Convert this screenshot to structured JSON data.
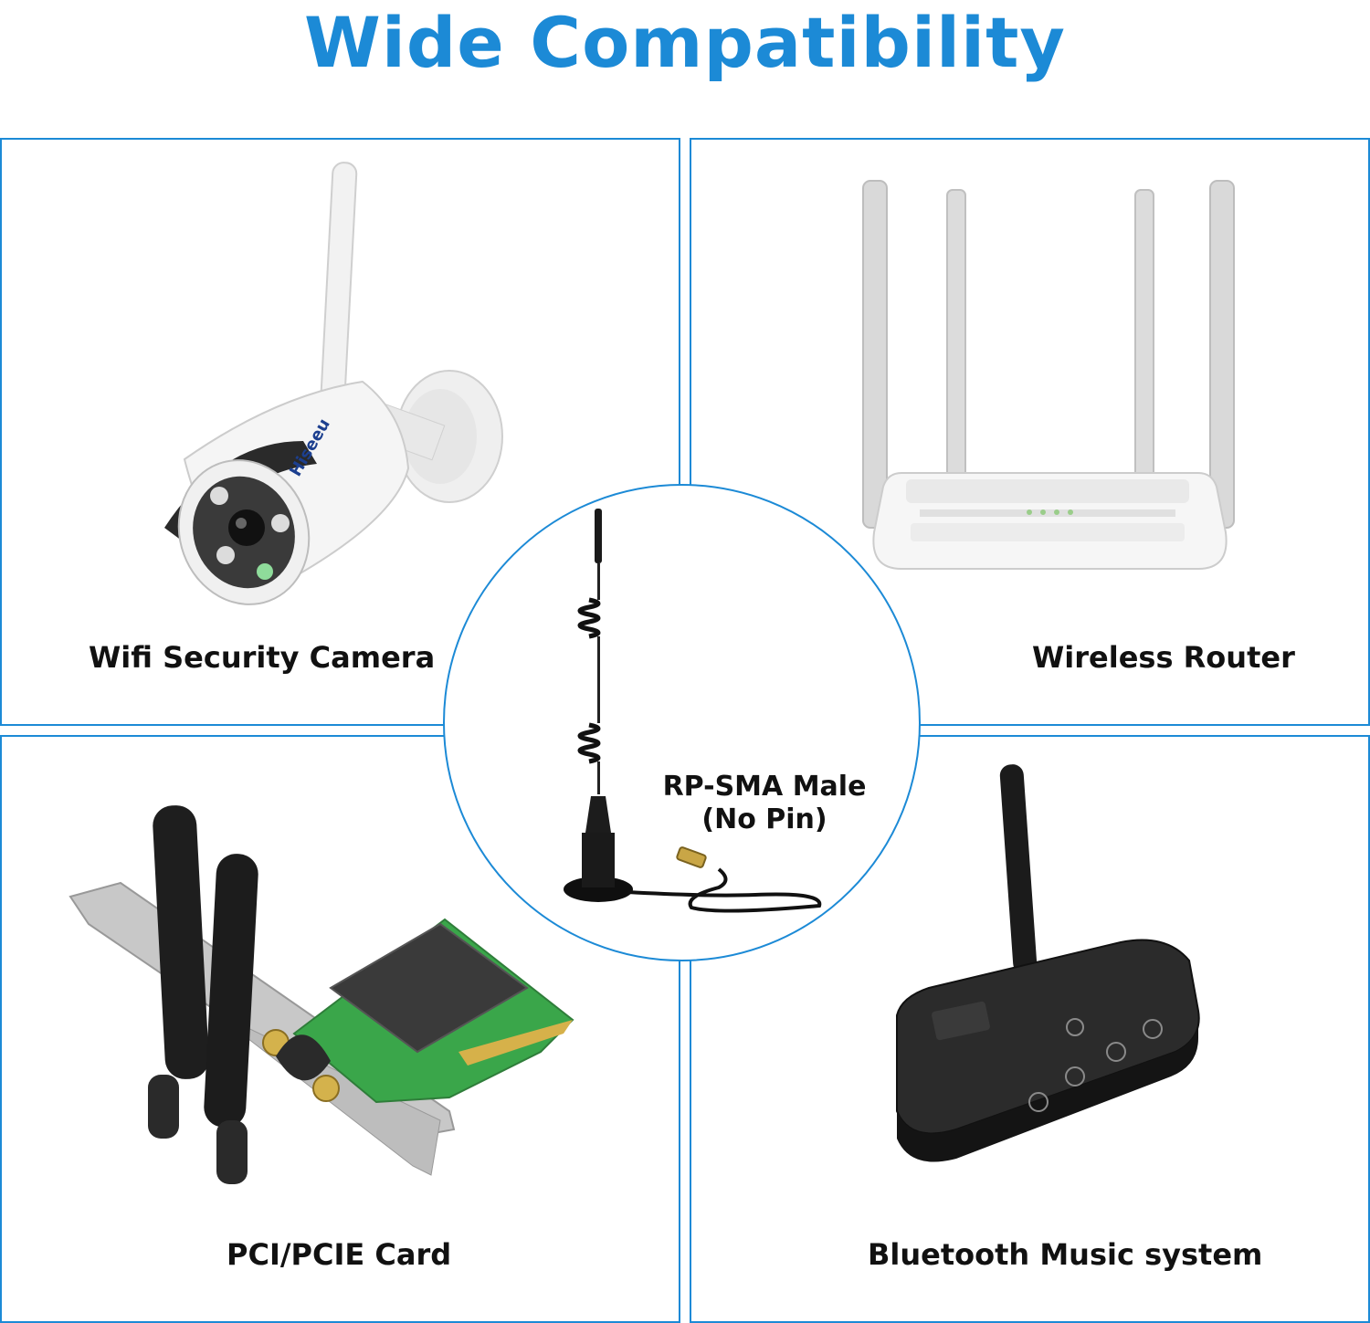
{
  "title": "Wide Compatibility",
  "colors": {
    "title": "#1c8ad6",
    "border": "#1c8ad6",
    "label": "#111111"
  },
  "devices": [
    {
      "label": "Wifi Security Camera",
      "icon": "security-camera-icon"
    },
    {
      "label": "Wireless Router",
      "icon": "router-icon"
    },
    {
      "label": "PCI/PCIE Card",
      "icon": "pcie-card-icon"
    },
    {
      "label": "Bluetooth Music system",
      "icon": "bluetooth-transmitter-icon"
    }
  ],
  "center": {
    "line1": "RP-SMA Male",
    "line2": "(No Pin)",
    "icon": "magnetic-antenna-icon"
  },
  "camera_brand": "Hiseeu"
}
